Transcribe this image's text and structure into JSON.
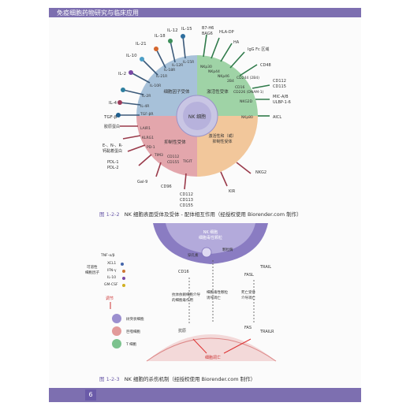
{
  "header": {
    "title": "免疫细胞药物研究与临床应用"
  },
  "figure1": {
    "caption_num": "图 1-2-2",
    "caption_text": "NK 细胞表面受体及受体 - 配体相互作用（经授权使用 Biorender.com 制作）",
    "center": "NK 细胞",
    "quadrants": {
      "cytokine": "细胞因子受体",
      "activating": "激活性受体",
      "inhibitory": "抑制性受体",
      "act_inh": "激活性和（或）\n抑制性受体"
    },
    "cytokines_outer": [
      "IL-2",
      "IL-10",
      "IL-21",
      "IL-18",
      "IL-12",
      "IL-15",
      "IL-4",
      "TGF-β"
    ],
    "cytokine_receptors": [
      "IL-10R",
      "IL-21R",
      "IL-18R",
      "IL-12R",
      "IL-15R",
      "IL-2R",
      "IL-4R",
      "TGF-βR"
    ],
    "top_ligands": [
      "B7-H6",
      "BAG6",
      "HLA-DP",
      "HA",
      "IgG Fc 区域",
      "CD48"
    ],
    "activating_receptors": [
      "NKp30",
      "NKp44",
      "NKp46",
      "2B4",
      "CD16"
    ],
    "right_ligands": [
      "CD112",
      "CD115",
      "MIC-A/B",
      "ULBP-1-6",
      "AICL"
    ],
    "right_receptors": [
      "CD226 (DNAM-1)",
      "NKG2D",
      "NKp80",
      "CD244 (2B4)"
    ],
    "left_ligands": [
      "胶原蛋白",
      "E-、N-、R-\n钙黏着蛋白",
      "PDL-1",
      "PDL-2",
      "Gal-9"
    ],
    "inhibitory_receptors": [
      "LAIR1",
      "KLRG1",
      "PD-1",
      "TIM3",
      "TIGIT",
      "CD112",
      "CD155"
    ],
    "bottom_labels": [
      "CD96",
      "CD112",
      "CD113",
      "CD155",
      "KIR",
      "NKG2"
    ]
  },
  "figure2": {
    "caption_num": "图 1-2-3",
    "caption_text": "NK 细胞的杀伤机制（经授权使用 Biorender.com 制作）",
    "nk_label": "NK 细胞",
    "granule_label": "细胞毒性颗粒",
    "perforin": "穿孔素",
    "granzyme": "颗粒酶",
    "cd16": "CD16",
    "fasl": "FASL",
    "trail": "TRAIL",
    "fas": "FAS",
    "trailr": "TRAILR",
    "antibody": "抗原",
    "adcc": "抗体依赖细胞介导的细胞毒作用",
    "granule_death": "细胞毒性颗粒诱导凋亡",
    "receptor_death": "死亡受体介导凋亡",
    "cytokines": [
      "TNF-α/β",
      "XCL1",
      "IFN-γ",
      "IL-10",
      "GM-CSF"
    ],
    "cytokine_title": "可溶性\n细胞因子",
    "regulate": "调节",
    "cells": [
      "树突状细胞",
      "巨噬细胞",
      "T 细胞"
    ],
    "target_death": "细胞凋亡"
  },
  "page_number": "6"
}
